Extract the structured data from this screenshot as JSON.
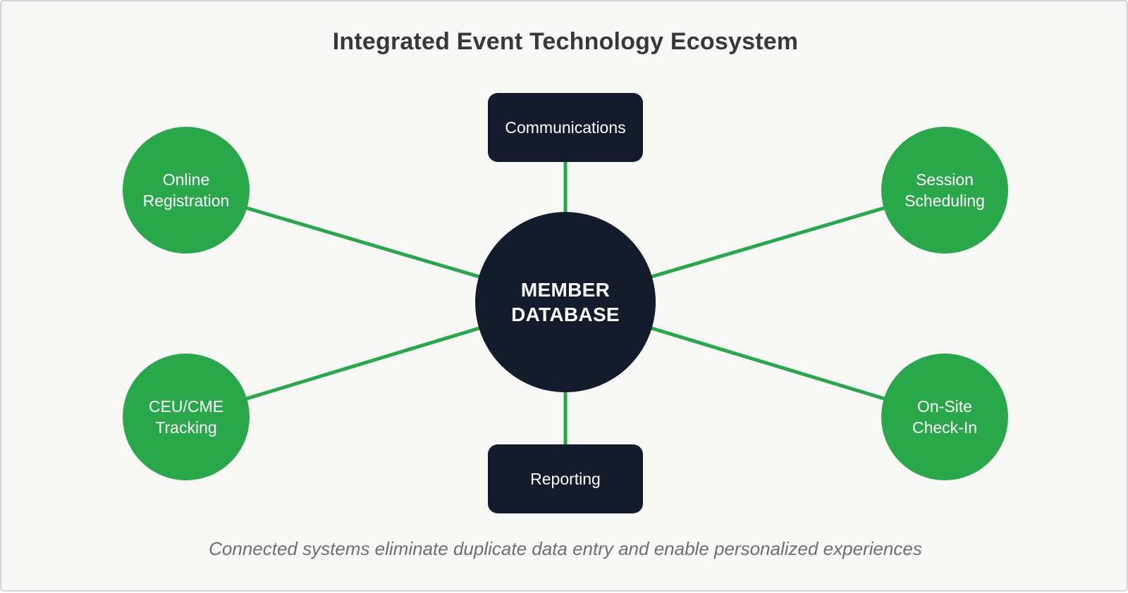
{
  "title": "Integrated Event Technology Ecosystem",
  "caption": "Connected systems eliminate duplicate data entry and enable personalized experiences",
  "diagram": {
    "center_node": {
      "id": "member-database",
      "label_line1": "MEMBER",
      "label_line2": "DATABASE"
    },
    "top_box": {
      "id": "communications",
      "label": "Communications"
    },
    "bottom_box": {
      "id": "reporting",
      "label": "Reporting"
    },
    "satellites": [
      {
        "id": "online-registration",
        "position": "top-left",
        "label_line1": "Online",
        "label_line2": "Registration"
      },
      {
        "id": "ceu-cme-tracking",
        "position": "bottom-left",
        "label_line1": "CEU/CME",
        "label_line2": "Tracking"
      },
      {
        "id": "session-scheduling",
        "position": "top-right",
        "label_line1": "Session",
        "label_line2": "Scheduling"
      },
      {
        "id": "on-site-check-in",
        "position": "bottom-right",
        "label_line1": "On-Site",
        "label_line2": "Check-In"
      }
    ],
    "edges": [
      {
        "from": "member-database",
        "to": "communications"
      },
      {
        "from": "member-database",
        "to": "reporting"
      },
      {
        "from": "member-database",
        "to": "online-registration"
      },
      {
        "from": "member-database",
        "to": "ceu-cme-tracking"
      },
      {
        "from": "member-database",
        "to": "session-scheduling"
      },
      {
        "from": "member-database",
        "to": "on-site-check-in"
      }
    ],
    "colors": {
      "background": "#f8f8f7",
      "frame_border": "#d4d4d4",
      "node_green": "#2aa64b",
      "node_navy": "#131c2d",
      "connector_green": "#2aa64b",
      "title_text": "#383838",
      "caption_text": "#6e6e6e",
      "node_text": "#ffffff"
    }
  }
}
